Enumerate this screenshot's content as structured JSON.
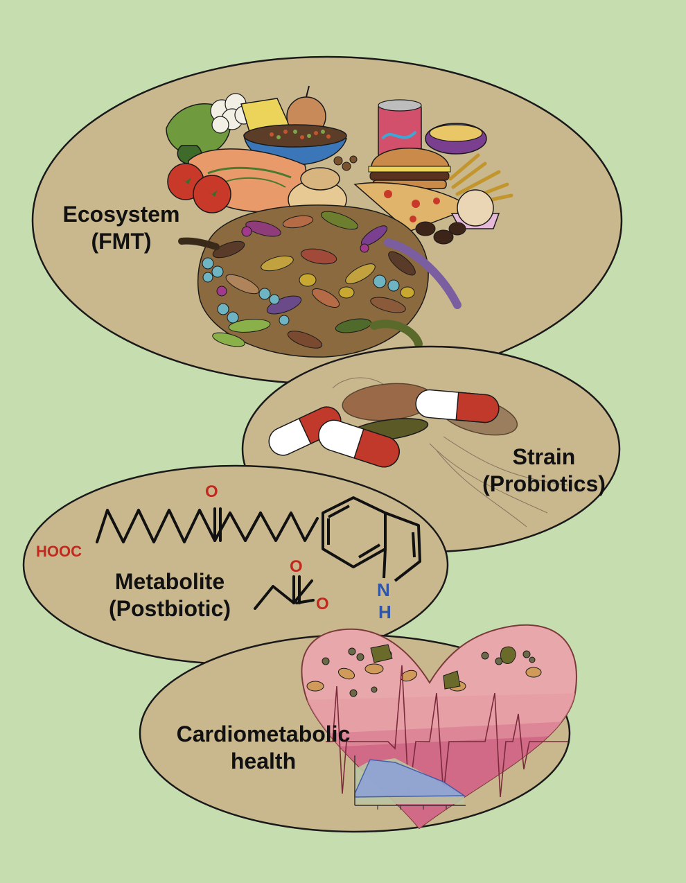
{
  "colors": {
    "background": "#c6ddb0",
    "ellipse_fill": "#c9b78e",
    "outline": "#1a1a1a",
    "oxygen": "#c0291e",
    "nitrogen": "#2f55a8",
    "heart": "#e8a7aa"
  },
  "ecosystem": {
    "line1": "Ecosystem",
    "line2": "(FMT)"
  },
  "strain": {
    "line1": "Strain",
    "line2": "(Probiotics)"
  },
  "metabolite": {
    "line1": "Metabolite",
    "line2": "(Postbiotic)",
    "atoms": {
      "hooc": "HOOC",
      "oxygen_ketone": "O",
      "oxygen_acid_top": "O",
      "oxygen_acid_side": "O",
      "n": "N",
      "h": "H"
    }
  },
  "cardio": {
    "line1": "Cardiometabolic",
    "line2": "health"
  },
  "icons": [
    "food-plate-icon",
    "microbiota-icon",
    "probiotic-capsule-icon",
    "fatty-acid-structure-icon",
    "indole-structure-icon",
    "butyrate-structure-icon",
    "heart-icon",
    "ecg-trace-icon",
    "area-graph-icon"
  ]
}
